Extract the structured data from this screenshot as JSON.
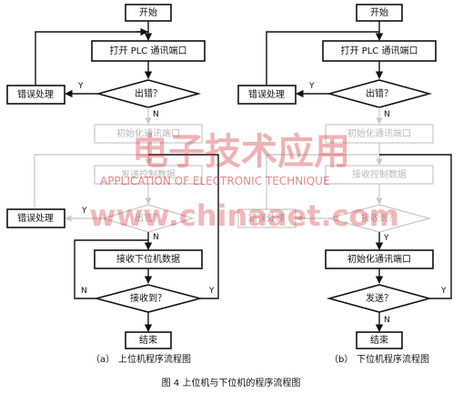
{
  "left": {
    "start": "开始",
    "open_port": "打开 PLC 通讯端口",
    "decision_error1": "出错？",
    "error_handle1": "错误处理",
    "init_port": "初始化通讯端口",
    "send_data": "发送控制数据",
    "decision_error2": "出错？",
    "error_handle2": "错误处理",
    "receive_data": "接收下位机数据",
    "decision_received": "接收到？",
    "end": "结束",
    "caption_marker": "（a）",
    "caption": "上位机程序流程图"
  },
  "right": {
    "start": "开始",
    "open_port": "打开 PLC 通讯端口",
    "decision_error1": "出错？",
    "error_handle1": "错误处理",
    "init_port1": "初始化通讯端口",
    "receive_control": "接收控制数据",
    "decision_received": "接收到？",
    "error_handle2": "错误处理",
    "init_port2": "初始化通讯端口",
    "decision_sent": "发送？",
    "end": "结束",
    "caption_marker": "（b）",
    "caption": "下位机程序流程图"
  },
  "labels": {
    "yes": "Y",
    "no": "N"
  },
  "figure_caption": "图 4   上位机与下位机的程序流程图",
  "watermark": {
    "cn": "电子技术应用",
    "en": "APPLICATION OF ELECTRONIC TECHNIQUE",
    "url": "www.chinaaet.com",
    "color": "#d6262b"
  }
}
